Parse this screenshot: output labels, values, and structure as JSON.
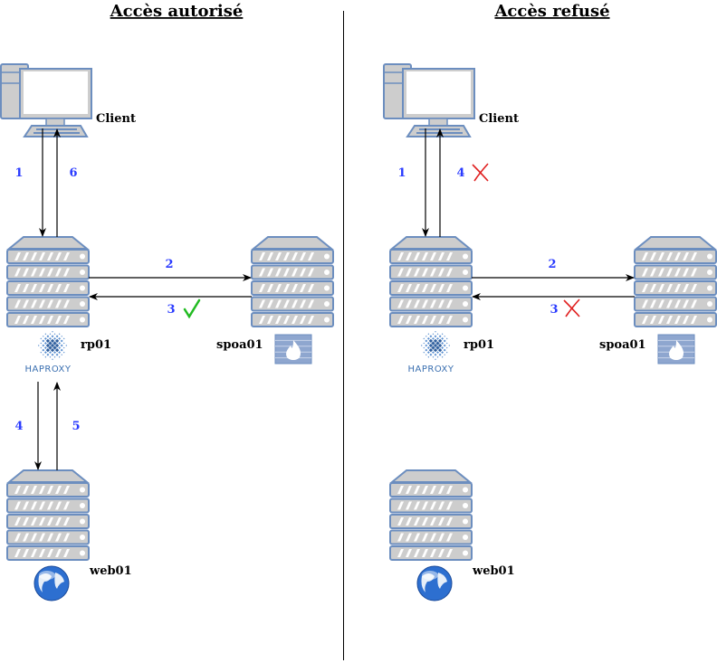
{
  "panels": [
    {
      "title": "Accès autorisé",
      "client": "Client",
      "proxy": "rp01",
      "spoa": "spoa01",
      "web": "web01",
      "haproxy_logo": "HAPROXY",
      "steps": {
        "client_to_proxy": "1",
        "proxy_to_client": "6",
        "proxy_to_spoa": "2",
        "spoa_to_proxy": "3",
        "proxy_to_web": "4",
        "web_to_proxy": "5"
      },
      "spoa_result": "check-icon",
      "client_result": null
    },
    {
      "title": "Accès refusé",
      "client": "Client",
      "proxy": "rp01",
      "spoa": "spoa01",
      "web": "web01",
      "haproxy_logo": "HAPROXY",
      "steps": {
        "client_to_proxy": "1",
        "proxy_to_client": "4",
        "proxy_to_spoa": "2",
        "spoa_to_proxy": "3"
      },
      "spoa_result": "cross-icon",
      "client_result": "cross-icon"
    }
  ],
  "colors": {
    "device_fill": "#cdcdcd",
    "device_stroke": "#6c8ebf",
    "step_number": "#2a3bff",
    "check": "#22bb22",
    "cross": "#e02020"
  }
}
